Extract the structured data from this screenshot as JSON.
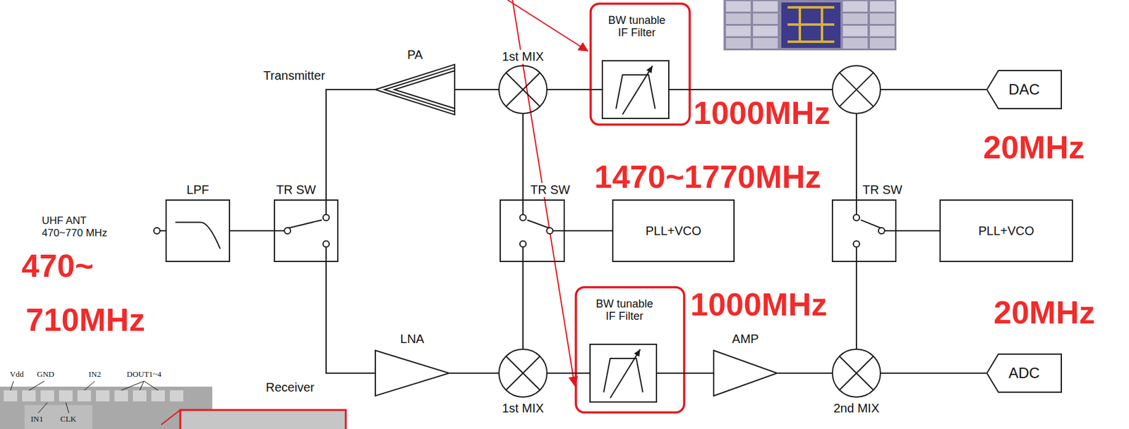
{
  "diagram": {
    "nodes": [
      {
        "text": [
          "PA"
        ]
      },
      {
        "text": [
          "1st MIX"
        ]
      },
      {
        "text": [
          "BW tunable IF Filter"
        ]
      },
      {
        "text": [
          "DAC"
        ]
      },
      {
        "text": [
          "LPF"
        ]
      },
      {
        "text": [
          "TR SW"
        ]
      },
      {
        "text": [
          "TR SW"
        ]
      },
      {
        "text": [
          "PLL+VCO"
        ]
      },
      {
        "text": [
          "TR SW"
        ]
      },
      {
        "text": [
          "PLL+VCO"
        ]
      },
      {
        "text": [
          "LNA"
        ]
      },
      {
        "text": [
          "1st MIX"
        ]
      },
      {
        "text": [
          "BW tunable IF Filter"
        ]
      },
      {
        "text": [
          "AMP"
        ]
      },
      {
        "text": [
          "2nd MIX"
        ]
      },
      {
        "text": [
          "ADC"
        ]
      }
    ],
    "edges": [
      {
        "from": 2,
        "to": 1,
        "arrow": "none"
      },
      {
        "from": 1,
        "to": 0,
        "arrow": "none"
      },
      {
        "from": 0,
        "to": 5,
        "arrow": "none"
      },
      {
        "from": 5,
        "to": 4,
        "arrow": "none"
      },
      {
        "from": 5,
        "to": 10,
        "arrow": "none"
      },
      {
        "from": 10,
        "to": 11,
        "arrow": "none"
      },
      {
        "from": 11,
        "to": 12,
        "arrow": "none"
      },
      {
        "from": 12,
        "to": 13,
        "arrow": "none"
      },
      {
        "from": 13,
        "to": 14,
        "arrow": "none"
      },
      {
        "from": 14,
        "to": 15,
        "arrow": "none"
      },
      {
        "from": 7,
        "to": 6,
        "arrow": "none"
      },
      {
        "from": 6,
        "to": 1,
        "arrow": "none"
      },
      {
        "from": 6,
        "to": 11,
        "arrow": "none"
      },
      {
        "from": 9,
        "to": 8,
        "arrow": "none"
      },
      {
        "from": 8,
        "to": 14,
        "arrow": "none"
      }
    ],
    "labels": [
      "Transmitter",
      "1000MHz",
      "20MHz",
      "1470~1770MHz",
      "UHF ANT 470~770 MHz",
      "470~",
      "710MHz",
      "1000MHz",
      "20MHz",
      "Receiver",
      "Vdd",
      "GND",
      "IN2",
      "DOUT1~4",
      "IN1",
      "CLK"
    ]
  }
}
